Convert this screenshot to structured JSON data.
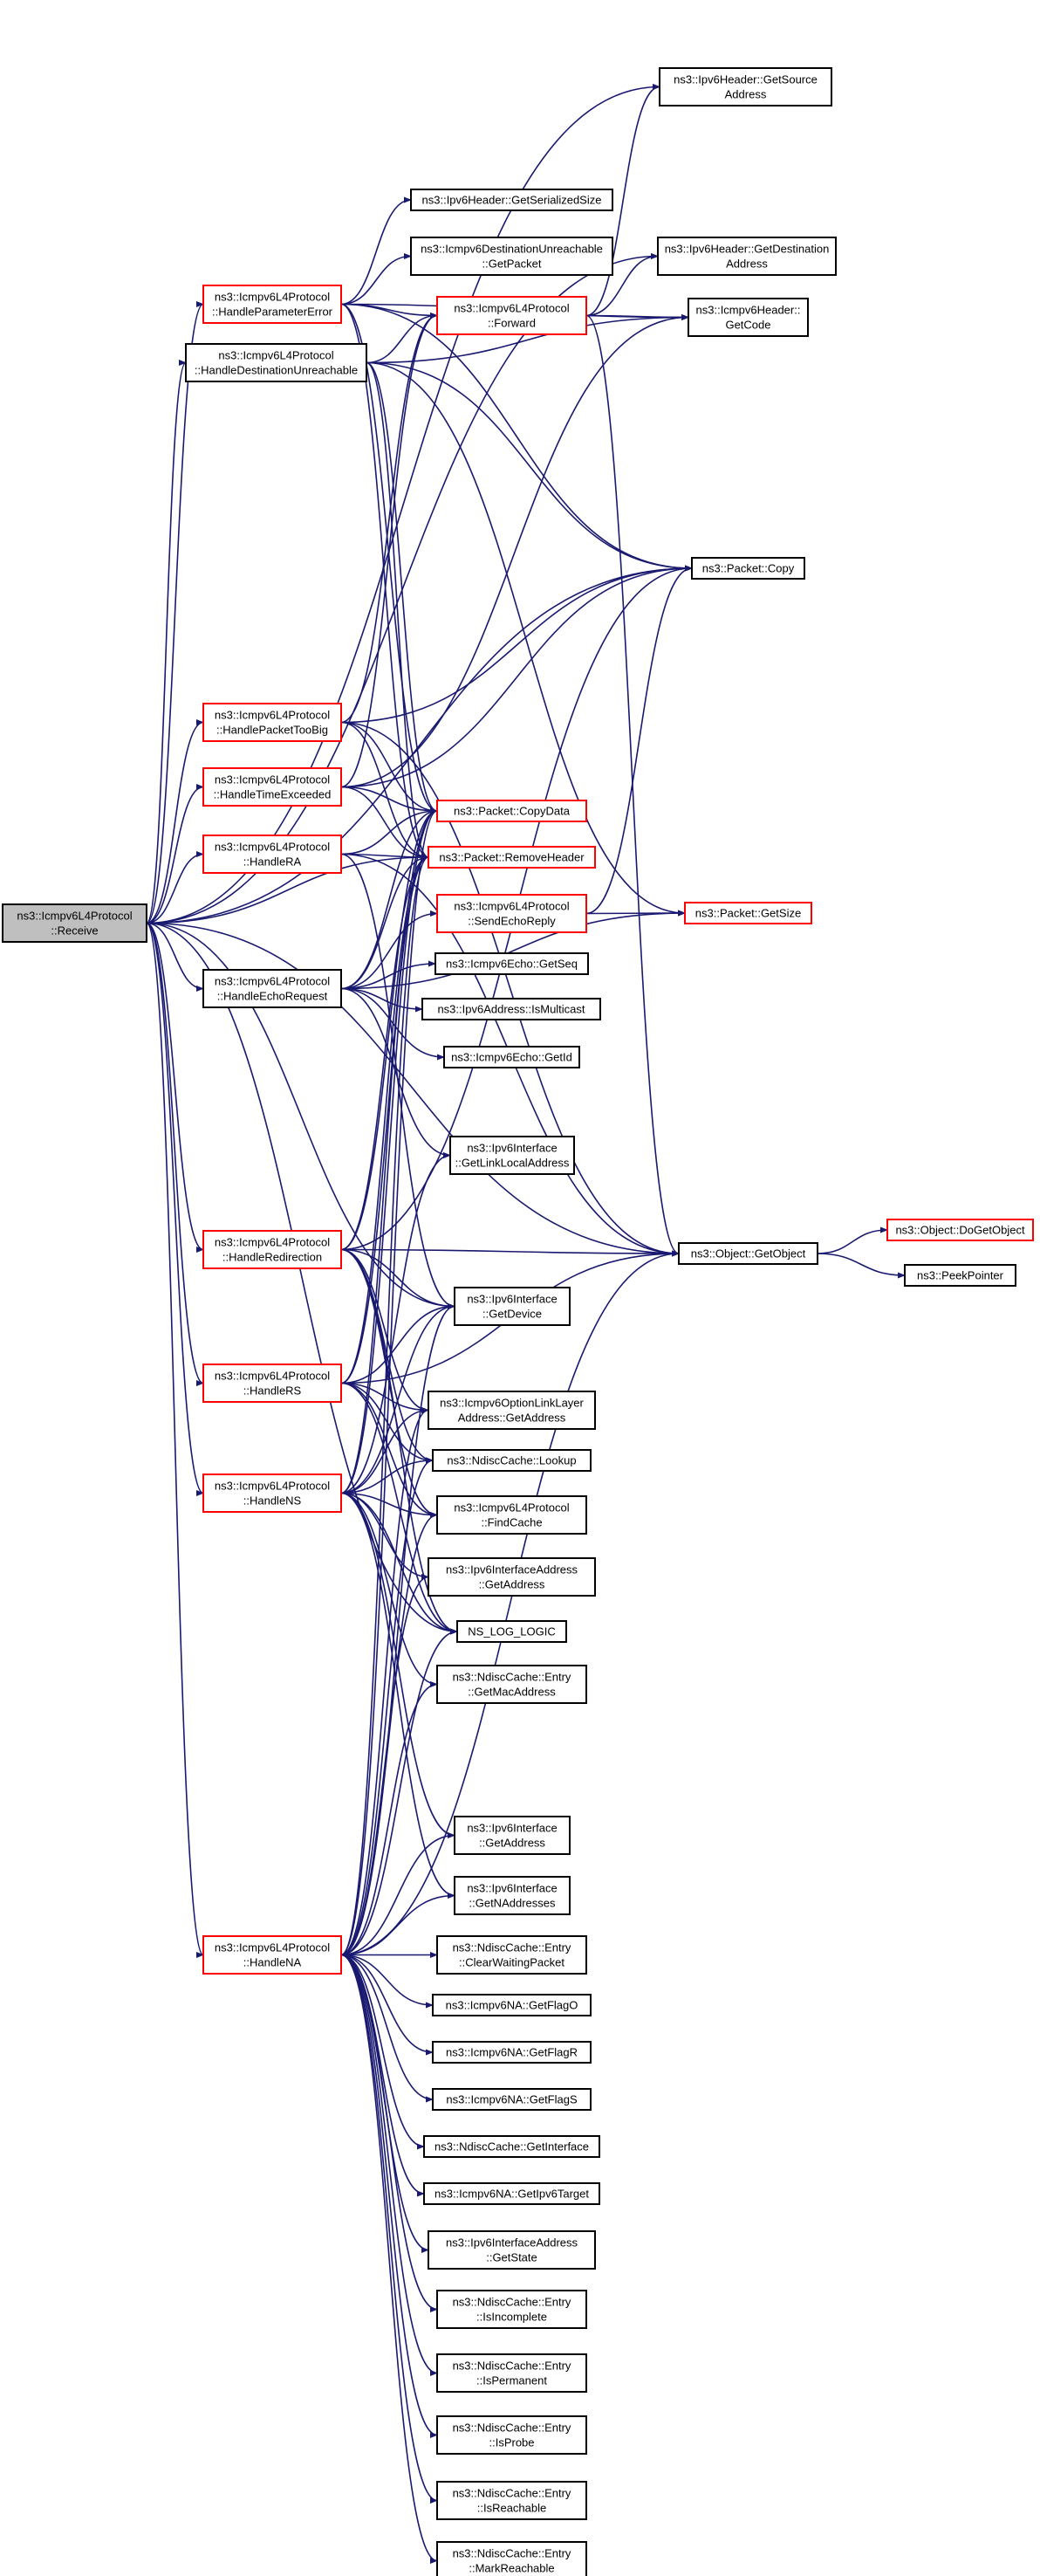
{
  "graph": {
    "colors": {
      "edge": "#191970",
      "root_fill": "#bfbfbf",
      "truncated_border": "#ff0000",
      "normal_border": "#000000",
      "node_fill": "#ffffff"
    },
    "nodes": [
      {
        "id": "receive",
        "lines": [
          "ns3::Icmpv6L4Protocol",
          "::Receive"
        ],
        "style": "root"
      },
      {
        "id": "handleParameterError",
        "lines": [
          "ns3::Icmpv6L4Protocol",
          "::HandleParameterError"
        ],
        "style": "red"
      },
      {
        "id": "handleDestUnreach",
        "lines": [
          "ns3::Icmpv6L4Protocol",
          "::HandleDestinationUnreachable"
        ],
        "style": "black"
      },
      {
        "id": "handlePacketTooBig",
        "lines": [
          "ns3::Icmpv6L4Protocol",
          "::HandlePacketTooBig"
        ],
        "style": "red"
      },
      {
        "id": "handleTimeExceeded",
        "lines": [
          "ns3::Icmpv6L4Protocol",
          "::HandleTimeExceeded"
        ],
        "style": "red"
      },
      {
        "id": "handleRA",
        "lines": [
          "ns3::Icmpv6L4Protocol",
          "::HandleRA"
        ],
        "style": "red"
      },
      {
        "id": "handleEchoRequest",
        "lines": [
          "ns3::Icmpv6L4Protocol",
          "::HandleEchoRequest"
        ],
        "style": "black"
      },
      {
        "id": "handleRedirection",
        "lines": [
          "ns3::Icmpv6L4Protocol",
          "::HandleRedirection"
        ],
        "style": "red"
      },
      {
        "id": "handleRS",
        "lines": [
          "ns3::Icmpv6L4Protocol",
          "::HandleRS"
        ],
        "style": "red"
      },
      {
        "id": "handleNS",
        "lines": [
          "ns3::Icmpv6L4Protocol",
          "::HandleNS"
        ],
        "style": "red"
      },
      {
        "id": "handleNA",
        "lines": [
          "ns3::Icmpv6L4Protocol",
          "::HandleNA"
        ],
        "style": "red"
      },
      {
        "id": "getSerializedSize",
        "lines": [
          "ns3::Ipv6Header::GetSerializedSize"
        ],
        "style": "black"
      },
      {
        "id": "destUnreachGetPacket",
        "lines": [
          "ns3::Icmpv6DestinationUnreachable",
          "::GetPacket"
        ],
        "style": "black"
      },
      {
        "id": "forward",
        "lines": [
          "ns3::Icmpv6L4Protocol",
          "::Forward"
        ],
        "style": "red"
      },
      {
        "id": "copyData",
        "lines": [
          "ns3::Packet::CopyData"
        ],
        "style": "red"
      },
      {
        "id": "removeHeader",
        "lines": [
          "ns3::Packet::RemoveHeader"
        ],
        "style": "red"
      },
      {
        "id": "sendEchoReply",
        "lines": [
          "ns3::Icmpv6L4Protocol",
          "::SendEchoReply"
        ],
        "style": "red"
      },
      {
        "id": "echoGetSeq",
        "lines": [
          "ns3::Icmpv6Echo::GetSeq"
        ],
        "style": "black"
      },
      {
        "id": "isMulticast",
        "lines": [
          "ns3::Ipv6Address::IsMulticast"
        ],
        "style": "black"
      },
      {
        "id": "echoGetId",
        "lines": [
          "ns3::Icmpv6Echo::GetId"
        ],
        "style": "black"
      },
      {
        "id": "getLinkLocalAddress",
        "lines": [
          "ns3::Ipv6Interface",
          "::GetLinkLocalAddress"
        ],
        "style": "black"
      },
      {
        "id": "getDevice",
        "lines": [
          "ns3::Ipv6Interface",
          "::GetDevice"
        ],
        "style": "black"
      },
      {
        "id": "optLinkLayerGetAddress",
        "lines": [
          "ns3::Icmpv6OptionLinkLayer",
          "Address::GetAddress"
        ],
        "style": "black"
      },
      {
        "id": "ndiscLookup",
        "lines": [
          "ns3::NdiscCache::Lookup"
        ],
        "style": "black"
      },
      {
        "id": "findCache",
        "lines": [
          "ns3::Icmpv6L4Protocol",
          "::FindCache"
        ],
        "style": "black"
      },
      {
        "id": "ifaceAddrGetAddress",
        "lines": [
          "ns3::Ipv6InterfaceAddress",
          "::GetAddress"
        ],
        "style": "black"
      },
      {
        "id": "nsLogLogic",
        "lines": [
          "NS_LOG_LOGIC"
        ],
        "style": "black"
      },
      {
        "id": "getMacAddress",
        "lines": [
          "ns3::NdiscCache::Entry",
          "::GetMacAddress"
        ],
        "style": "black"
      },
      {
        "id": "ifaceGetAddress",
        "lines": [
          "ns3::Ipv6Interface",
          "::GetAddress"
        ],
        "style": "black"
      },
      {
        "id": "getNAddresses",
        "lines": [
          "ns3::Ipv6Interface",
          "::GetNAddresses"
        ],
        "style": "black"
      },
      {
        "id": "clearWaitingPacket",
        "lines": [
          "ns3::NdiscCache::Entry",
          "::ClearWaitingPacket"
        ],
        "style": "black"
      },
      {
        "id": "getFlagO",
        "lines": [
          "ns3::Icmpv6NA::GetFlagO"
        ],
        "style": "black"
      },
      {
        "id": "getFlagR",
        "lines": [
          "ns3::Icmpv6NA::GetFlagR"
        ],
        "style": "black"
      },
      {
        "id": "getFlagS",
        "lines": [
          "ns3::Icmpv6NA::GetFlagS"
        ],
        "style": "black"
      },
      {
        "id": "getInterface",
        "lines": [
          "ns3::NdiscCache::GetInterface"
        ],
        "style": "black"
      },
      {
        "id": "getIpv6Target",
        "lines": [
          "ns3::Icmpv6NA::GetIpv6Target"
        ],
        "style": "black"
      },
      {
        "id": "getState",
        "lines": [
          "ns3::Ipv6InterfaceAddress",
          "::GetState"
        ],
        "style": "black"
      },
      {
        "id": "isIncomplete",
        "lines": [
          "ns3::NdiscCache::Entry",
          "::IsIncomplete"
        ],
        "style": "black"
      },
      {
        "id": "isPermanent",
        "lines": [
          "ns3::NdiscCache::Entry",
          "::IsPermanent"
        ],
        "style": "black"
      },
      {
        "id": "isProbe",
        "lines": [
          "ns3::NdiscCache::Entry",
          "::IsProbe"
        ],
        "style": "black"
      },
      {
        "id": "isReachable",
        "lines": [
          "ns3::NdiscCache::Entry",
          "::IsReachable"
        ],
        "style": "black"
      },
      {
        "id": "markReachable",
        "lines": [
          "ns3::NdiscCache::Entry",
          "::MarkReachable"
        ],
        "style": "black"
      },
      {
        "id": "getSourceAddress",
        "lines": [
          "ns3::Ipv6Header::GetSource",
          "Address"
        ],
        "style": "black"
      },
      {
        "id": "getDestinationAddress",
        "lines": [
          "ns3::Ipv6Header::GetDestination",
          "Address"
        ],
        "style": "black"
      },
      {
        "id": "getCode",
        "lines": [
          "ns3::Icmpv6Header::",
          "GetCode"
        ],
        "style": "black"
      },
      {
        "id": "packetCopy",
        "lines": [
          "ns3::Packet::Copy"
        ],
        "style": "black"
      },
      {
        "id": "packetGetSize",
        "lines": [
          "ns3::Packet::GetSize"
        ],
        "style": "red"
      },
      {
        "id": "getObject",
        "lines": [
          "ns3::Object::GetObject"
        ],
        "style": "black"
      },
      {
        "id": "doGetObject",
        "lines": [
          "ns3::Object::DoGetObject"
        ],
        "style": "red"
      },
      {
        "id": "peekPointer",
        "lines": [
          "ns3::PeekPointer"
        ],
        "style": "black"
      }
    ],
    "edges": [
      [
        "receive",
        "handleParameterError"
      ],
      [
        "receive",
        "handleDestUnreach"
      ],
      [
        "receive",
        "handlePacketTooBig"
      ],
      [
        "receive",
        "handleTimeExceeded"
      ],
      [
        "receive",
        "handleRA"
      ],
      [
        "receive",
        "handleEchoRequest"
      ],
      [
        "receive",
        "handleRedirection"
      ],
      [
        "receive",
        "handleRS"
      ],
      [
        "receive",
        "handleNS"
      ],
      [
        "receive",
        "handleNA"
      ],
      [
        "receive",
        "getSourceAddress"
      ],
      [
        "receive",
        "getDestinationAddress"
      ],
      [
        "receive",
        "packetCopy"
      ],
      [
        "receive",
        "getDevice"
      ],
      [
        "receive",
        "nsLogLogic"
      ],
      [
        "receive",
        "getObject"
      ],
      [
        "receive",
        "removeHeader"
      ],
      [
        "handleParameterError",
        "forward"
      ],
      [
        "handleParameterError",
        "getCode"
      ],
      [
        "handleParameterError",
        "copyData"
      ],
      [
        "handleParameterError",
        "removeHeader"
      ],
      [
        "handleParameterError",
        "getSerializedSize"
      ],
      [
        "handleParameterError",
        "destUnreachGetPacket"
      ],
      [
        "handleParameterError",
        "packetCopy"
      ],
      [
        "handleDestUnreach",
        "forward"
      ],
      [
        "handleDestUnreach",
        "getCode"
      ],
      [
        "handleDestUnreach",
        "copyData"
      ],
      [
        "handleDestUnreach",
        "removeHeader"
      ],
      [
        "handleDestUnreach",
        "packetCopy"
      ],
      [
        "handleDestUnreach",
        "packetGetSize"
      ],
      [
        "handlePacketTooBig",
        "forward"
      ],
      [
        "handlePacketTooBig",
        "copyData"
      ],
      [
        "handlePacketTooBig",
        "removeHeader"
      ],
      [
        "handlePacketTooBig",
        "packetCopy"
      ],
      [
        "handlePacketTooBig",
        "getObject"
      ],
      [
        "handleTimeExceeded",
        "forward"
      ],
      [
        "handleTimeExceeded",
        "copyData"
      ],
      [
        "handleTimeExceeded",
        "removeHeader"
      ],
      [
        "handleTimeExceeded",
        "packetCopy"
      ],
      [
        "handleTimeExceeded",
        "getCode"
      ],
      [
        "handleRA",
        "copyData"
      ],
      [
        "handleRA",
        "removeHeader"
      ],
      [
        "handleRA",
        "getObject"
      ],
      [
        "handleRA",
        "getDevice"
      ],
      [
        "handleEchoRequest",
        "sendEchoReply"
      ],
      [
        "handleEchoRequest",
        "echoGetSeq"
      ],
      [
        "handleEchoRequest",
        "isMulticast"
      ],
      [
        "handleEchoRequest",
        "echoGetId"
      ],
      [
        "handleEchoRequest",
        "getLinkLocalAddress"
      ],
      [
        "handleEchoRequest",
        "copyData"
      ],
      [
        "handleEchoRequest",
        "removeHeader"
      ],
      [
        "handleEchoRequest",
        "packetGetSize"
      ],
      [
        "handleRedirection",
        "getObject"
      ],
      [
        "handleRedirection",
        "getDevice"
      ],
      [
        "handleRedirection",
        "optLinkLayerGetAddress"
      ],
      [
        "handleRedirection",
        "ndiscLookup"
      ],
      [
        "handleRedirection",
        "findCache"
      ],
      [
        "handleRedirection",
        "copyData"
      ],
      [
        "handleRedirection",
        "removeHeader"
      ],
      [
        "handleRedirection",
        "packetCopy"
      ],
      [
        "handleRedirection",
        "nsLogLogic"
      ],
      [
        "handleRS",
        "getDevice"
      ],
      [
        "handleRS",
        "optLinkLayerGetAddress"
      ],
      [
        "handleRS",
        "ndiscLookup"
      ],
      [
        "handleRS",
        "findCache"
      ],
      [
        "handleRS",
        "copyData"
      ],
      [
        "handleRS",
        "removeHeader"
      ],
      [
        "handleRS",
        "getObject"
      ],
      [
        "handleRS",
        "nsLogLogic"
      ],
      [
        "handleNS",
        "getDevice"
      ],
      [
        "handleNS",
        "optLinkLayerGetAddress"
      ],
      [
        "handleNS",
        "ndiscLookup"
      ],
      [
        "handleNS",
        "findCache"
      ],
      [
        "handleNS",
        "ifaceAddrGetAddress"
      ],
      [
        "handleNS",
        "nsLogLogic"
      ],
      [
        "handleNS",
        "getMacAddress"
      ],
      [
        "handleNS",
        "ifaceGetAddress"
      ],
      [
        "handleNS",
        "getNAddresses"
      ],
      [
        "handleNS",
        "copyData"
      ],
      [
        "handleNS",
        "removeHeader"
      ],
      [
        "handleNS",
        "getLinkLocalAddress"
      ],
      [
        "handleNA",
        "copyData"
      ],
      [
        "handleNA",
        "removeHeader"
      ],
      [
        "handleNA",
        "getDevice"
      ],
      [
        "handleNA",
        "optLinkLayerGetAddress"
      ],
      [
        "handleNA",
        "ndiscLookup"
      ],
      [
        "handleNA",
        "findCache"
      ],
      [
        "handleNA",
        "ifaceAddrGetAddress"
      ],
      [
        "handleNA",
        "nsLogLogic"
      ],
      [
        "handleNA",
        "getMacAddress"
      ],
      [
        "handleNA",
        "ifaceGetAddress"
      ],
      [
        "handleNA",
        "getNAddresses"
      ],
      [
        "handleNA",
        "clearWaitingPacket"
      ],
      [
        "handleNA",
        "getFlagO"
      ],
      [
        "handleNA",
        "getFlagR"
      ],
      [
        "handleNA",
        "getFlagS"
      ],
      [
        "handleNA",
        "getInterface"
      ],
      [
        "handleNA",
        "getIpv6Target"
      ],
      [
        "handleNA",
        "getState"
      ],
      [
        "handleNA",
        "isIncomplete"
      ],
      [
        "handleNA",
        "isPermanent"
      ],
      [
        "handleNA",
        "isProbe"
      ],
      [
        "handleNA",
        "isReachable"
      ],
      [
        "handleNA",
        "markReachable"
      ],
      [
        "handleNA",
        "getObject"
      ],
      [
        "forward",
        "getSourceAddress"
      ],
      [
        "forward",
        "getDestinationAddress"
      ],
      [
        "forward",
        "getCode"
      ],
      [
        "forward",
        "getObject"
      ],
      [
        "sendEchoReply",
        "packetGetSize"
      ],
      [
        "sendEchoReply",
        "packetCopy"
      ],
      [
        "getObject",
        "doGetObject"
      ],
      [
        "getObject",
        "peekPointer"
      ]
    ]
  }
}
